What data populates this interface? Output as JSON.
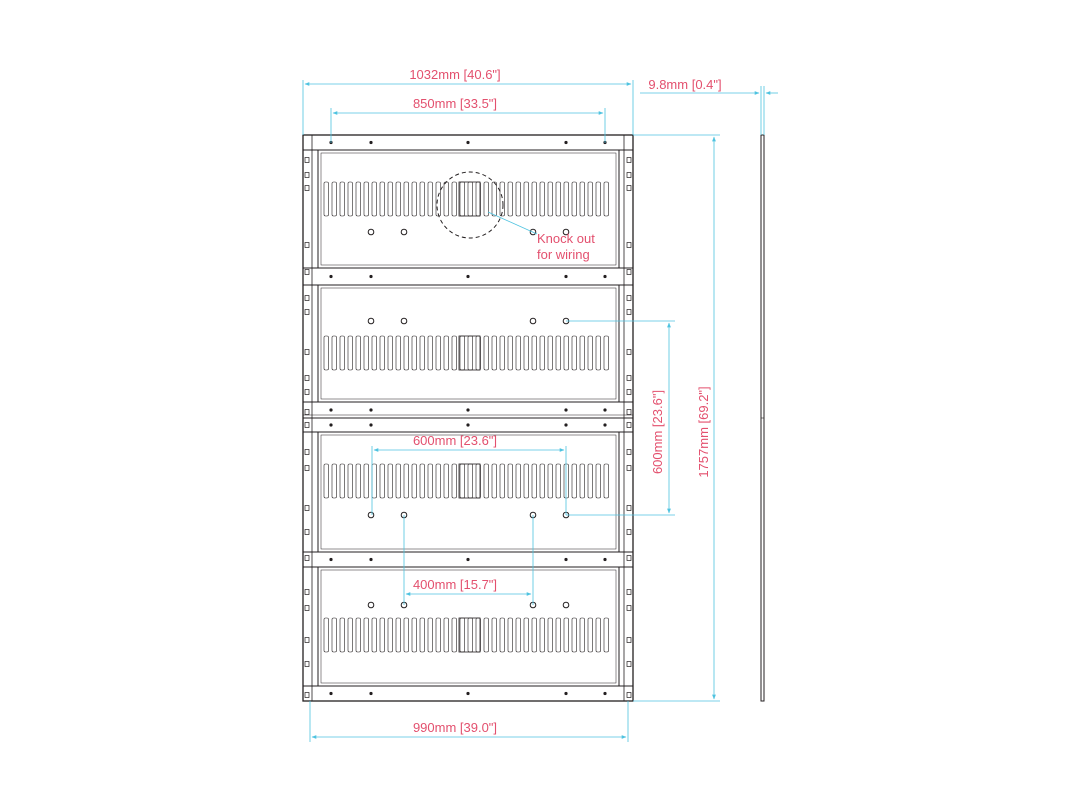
{
  "colors": {
    "outline": "#231f20",
    "dimension_line": "#4fc3e0",
    "label_text": "#e3506e"
  },
  "dimensions": {
    "overall_width": "1032mm [40.6\"]",
    "thickness": "9.8mm [0.4\"]",
    "top_mount_spacing": "850mm [33.5\"]",
    "horizontal_vesa": "600mm [23.6\"]",
    "vertical_vesa": "600mm [23.6\"]",
    "overall_height": "1757mm [69.2\"]",
    "inner_hole_spacing": "400mm [15.7\"]",
    "bottom_width": "990mm [39.0\"]"
  },
  "callouts": {
    "knockout_line1": "Knock out",
    "knockout_line2": "for wiring"
  }
}
